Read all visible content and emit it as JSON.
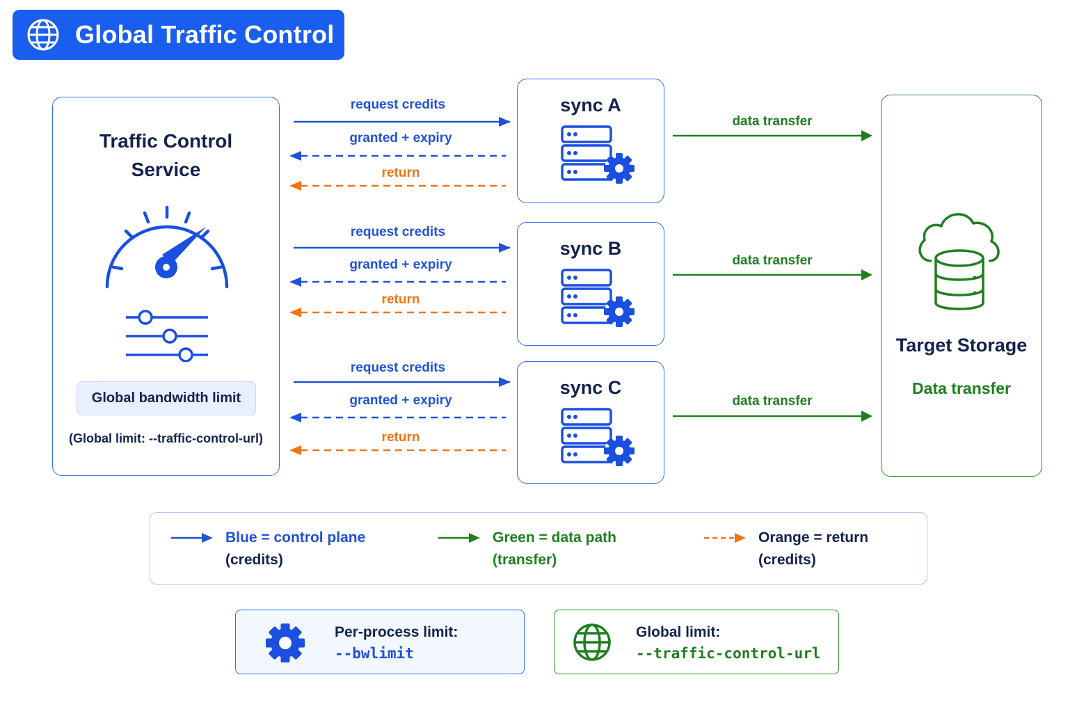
{
  "header": {
    "title": "Global Traffic Control",
    "icon": "globe-icon"
  },
  "traffic_control": {
    "title_line1": "Traffic Control",
    "title_line2": "Service",
    "limit_label": "Global bandwidth limit",
    "limit_note": "(Global limit: --traffic-control-url)"
  },
  "syncs": [
    {
      "title": "sync A"
    },
    {
      "title": "sync B"
    },
    {
      "title": "sync C"
    }
  ],
  "arrows": {
    "request": "request credits",
    "granted": "granted + expiry",
    "return": "return",
    "data": "data transfer"
  },
  "storage": {
    "title": "Target Storage",
    "subtitle": "Data transfer"
  },
  "legend": {
    "blue_line1": "Blue = control plane",
    "blue_line2": "(credits)",
    "green_line1": "Green = data path",
    "green_line2": "(transfer)",
    "orange_line1": "Orange = return",
    "orange_line2": "(credits)"
  },
  "per_process": {
    "label": "Per-process limit:",
    "code": "--bwlimit"
  },
  "global_limit": {
    "label": "Global limit:",
    "code": "--traffic-control-url"
  },
  "colors": {
    "blue": "#1f52d6",
    "green": "#1f7f1f",
    "orange": "#f07414",
    "header_bg": "#1a5ef0",
    "text": "#13224d"
  }
}
